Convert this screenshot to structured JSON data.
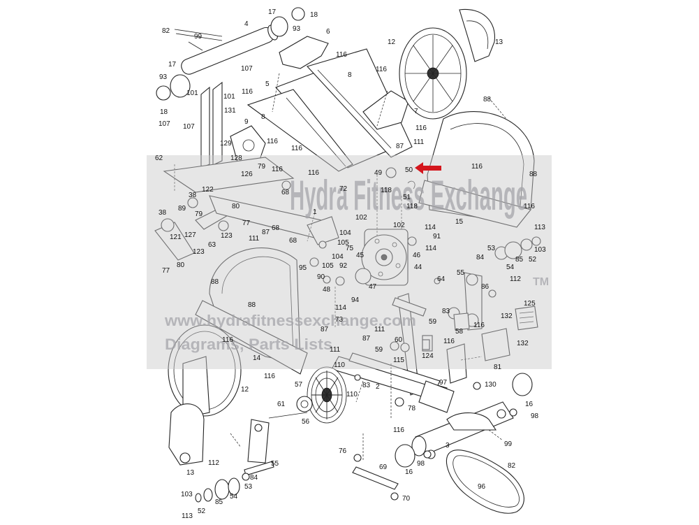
{
  "watermark": {
    "brand": "Hydra Fitness Exchange",
    "tm": "TM",
    "url": "www.hydrafitnessexchange.com",
    "subtitle": "Diagrams, Parts Lists",
    "color": "#a9a9ad"
  },
  "arrow_color": "#d4161d",
  "labels": [
    {
      "key": "82a",
      "text": "82"
    },
    {
      "key": "99a",
      "text": "99"
    },
    {
      "key": "4",
      "text": "4"
    },
    {
      "key": "17a",
      "text": "17"
    },
    {
      "key": "93a",
      "text": "93"
    },
    {
      "key": "18a",
      "text": "18"
    },
    {
      "key": "6",
      "text": "6"
    },
    {
      "key": "116a",
      "text": "116"
    },
    {
      "key": "17b",
      "text": "17"
    },
    {
      "key": "107a",
      "text": "107"
    },
    {
      "key": "93b",
      "text": "93"
    },
    {
      "key": "101a",
      "text": "101"
    },
    {
      "key": "101b",
      "text": "101"
    },
    {
      "key": "116b",
      "text": "116"
    },
    {
      "key": "18b",
      "text": "18"
    },
    {
      "key": "107b",
      "text": "107"
    },
    {
      "key": "131",
      "text": "131"
    },
    {
      "key": "9",
      "text": "9"
    },
    {
      "key": "107c",
      "text": "107"
    },
    {
      "key": "129",
      "text": "129"
    },
    {
      "key": "128",
      "text": "128"
    },
    {
      "key": "5",
      "text": "5"
    },
    {
      "key": "8a",
      "text": "8"
    },
    {
      "key": "8b",
      "text": "8"
    },
    {
      "key": "116c",
      "text": "116"
    },
    {
      "key": "116d",
      "text": "116"
    },
    {
      "key": "12a",
      "text": "12"
    },
    {
      "key": "13a",
      "text": "13"
    },
    {
      "key": "7",
      "text": "7"
    },
    {
      "key": "88a",
      "text": "88"
    },
    {
      "key": "116e",
      "text": "116"
    },
    {
      "key": "87a",
      "text": "87"
    },
    {
      "key": "111a",
      "text": "111"
    },
    {
      "key": "116f",
      "text": "116"
    },
    {
      "key": "116g",
      "text": "116"
    },
    {
      "key": "79",
      "text": "79"
    },
    {
      "key": "126",
      "text": "126"
    },
    {
      "key": "62",
      "text": "62"
    },
    {
      "key": "116h",
      "text": "116"
    },
    {
      "key": "72",
      "text": "72"
    },
    {
      "key": "49",
      "text": "49"
    },
    {
      "key": "50",
      "text": "50"
    },
    {
      "key": "116i",
      "text": "116"
    },
    {
      "key": "88b",
      "text": "88"
    },
    {
      "key": "68a",
      "text": "68"
    },
    {
      "key": "118a",
      "text": "118"
    },
    {
      "key": "51",
      "text": "51"
    },
    {
      "key": "122",
      "text": "122"
    },
    {
      "key": "38a",
      "text": "38"
    },
    {
      "key": "80a",
      "text": "80"
    },
    {
      "key": "118b",
      "text": "118"
    },
    {
      "key": "116j",
      "text": "116"
    },
    {
      "key": "89",
      "text": "89"
    },
    {
      "key": "79b",
      "text": "79"
    },
    {
      "key": "1",
      "text": "1"
    },
    {
      "key": "38b",
      "text": "38"
    },
    {
      "key": "77a",
      "text": "77"
    },
    {
      "key": "68b",
      "text": "68"
    },
    {
      "key": "102a",
      "text": "102"
    },
    {
      "key": "15",
      "text": "15"
    },
    {
      "key": "87b",
      "text": "87"
    },
    {
      "key": "104a",
      "text": "104"
    },
    {
      "key": "102b",
      "text": "102"
    },
    {
      "key": "114a",
      "text": "114"
    },
    {
      "key": "113a",
      "text": "113"
    },
    {
      "key": "121",
      "text": "121"
    },
    {
      "key": "127",
      "text": "127"
    },
    {
      "key": "123a",
      "text": "123"
    },
    {
      "key": "111b",
      "text": "111"
    },
    {
      "key": "105a",
      "text": "105"
    },
    {
      "key": "91",
      "text": "91"
    },
    {
      "key": "63",
      "text": "63"
    },
    {
      "key": "68c",
      "text": "68"
    },
    {
      "key": "75",
      "text": "75"
    },
    {
      "key": "114b",
      "text": "114"
    },
    {
      "key": "53a",
      "text": "53"
    },
    {
      "key": "103a",
      "text": "103"
    },
    {
      "key": "123b",
      "text": "123"
    },
    {
      "key": "104b",
      "text": "104"
    },
    {
      "key": "45",
      "text": "45"
    },
    {
      "key": "46",
      "text": "46"
    },
    {
      "key": "54a",
      "text": "54"
    },
    {
      "key": "85a",
      "text": "85"
    },
    {
      "key": "52a",
      "text": "52"
    },
    {
      "key": "84a",
      "text": "84"
    },
    {
      "key": "77b",
      "text": "77"
    },
    {
      "key": "80b",
      "text": "80"
    },
    {
      "key": "95",
      "text": "95"
    },
    {
      "key": "105b",
      "text": "105"
    },
    {
      "key": "92",
      "text": "92"
    },
    {
      "key": "44",
      "text": "44"
    },
    {
      "key": "55a",
      "text": "55"
    },
    {
      "key": "88c",
      "text": "88"
    },
    {
      "key": "90",
      "text": "90"
    },
    {
      "key": "48",
      "text": "48"
    },
    {
      "key": "47",
      "text": "47"
    },
    {
      "key": "64",
      "text": "64"
    },
    {
      "key": "112a",
      "text": "112"
    },
    {
      "key": "86",
      "text": "86"
    },
    {
      "key": "88d",
      "text": "88"
    },
    {
      "key": "94",
      "text": "94"
    },
    {
      "key": "114c",
      "text": "114"
    },
    {
      "key": "125",
      "text": "125"
    },
    {
      "key": "83a",
      "text": "83"
    },
    {
      "key": "73",
      "text": "73"
    },
    {
      "key": "59a",
      "text": "59"
    },
    {
      "key": "58",
      "text": "58"
    },
    {
      "key": "116k",
      "text": "116"
    },
    {
      "key": "132a",
      "text": "132"
    },
    {
      "key": "87c",
      "text": "87"
    },
    {
      "key": "111c",
      "text": "111"
    },
    {
      "key": "87d",
      "text": "87"
    },
    {
      "key": "60",
      "text": "60"
    },
    {
      "key": "116l",
      "text": "116"
    },
    {
      "key": "132b",
      "text": "132"
    },
    {
      "key": "116m",
      "text": "116"
    },
    {
      "key": "111d",
      "text": "111"
    },
    {
      "key": "59b",
      "text": "59"
    },
    {
      "key": "124",
      "text": "124"
    },
    {
      "key": "14",
      "text": "14"
    },
    {
      "key": "115",
      "text": "115"
    },
    {
      "key": "81",
      "text": "81"
    },
    {
      "key": "116n",
      "text": "116"
    },
    {
      "key": "110a",
      "text": "110"
    },
    {
      "key": "97",
      "text": "97"
    },
    {
      "key": "12b",
      "text": "12"
    },
    {
      "key": "57",
      "text": "57"
    },
    {
      "key": "2",
      "text": "2"
    },
    {
      "key": "83b",
      "text": "83"
    },
    {
      "key": "130",
      "text": "130"
    },
    {
      "key": "110b",
      "text": "110"
    },
    {
      "key": "16a",
      "text": "16"
    },
    {
      "key": "61",
      "text": "61"
    },
    {
      "key": "78",
      "text": "78"
    },
    {
      "key": "56",
      "text": "56"
    },
    {
      "key": "98a",
      "text": "98"
    },
    {
      "key": "116o",
      "text": "116"
    },
    {
      "key": "3",
      "text": "3"
    },
    {
      "key": "99b",
      "text": "99"
    },
    {
      "key": "76",
      "text": "76"
    },
    {
      "key": "112b",
      "text": "112"
    },
    {
      "key": "55b",
      "text": "55"
    },
    {
      "key": "13b",
      "text": "13"
    },
    {
      "key": "98b",
      "text": "98"
    },
    {
      "key": "82b",
      "text": "82"
    },
    {
      "key": "69",
      "text": "69"
    },
    {
      "key": "16b",
      "text": "16"
    },
    {
      "key": "84b",
      "text": "84"
    },
    {
      "key": "96",
      "text": "96"
    },
    {
      "key": "53b",
      "text": "53"
    },
    {
      "key": "103b",
      "text": "103"
    },
    {
      "key": "54b",
      "text": "54"
    },
    {
      "key": "52b",
      "text": "52"
    },
    {
      "key": "85b",
      "text": "85"
    },
    {
      "key": "70",
      "text": "70"
    },
    {
      "key": "113b",
      "text": "113"
    }
  ]
}
